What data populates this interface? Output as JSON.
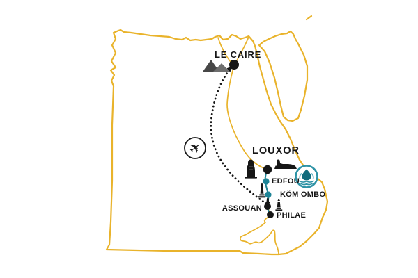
{
  "colors": {
    "background": "#FFFFFF",
    "map_outline": "#E9B32B",
    "route_teal": "#1E8496",
    "badge_teal": "#2E93A6",
    "badge_teal_dark": "#0F6B7C",
    "ink": "#161616",
    "pyramid_dark": "#474747",
    "pyramid_light": "#6E6E6E"
  },
  "glyphs": {
    "airplane": "✈"
  },
  "map": {
    "cities": [
      {
        "id": "le-caire",
        "label": "LE CAIRE",
        "marker_color": "black"
      },
      {
        "id": "louxor",
        "label": "LOUXOR",
        "marker_color": "black"
      },
      {
        "id": "edfou",
        "label": "EDFOU",
        "marker_color": "teal"
      },
      {
        "id": "kom-ombo",
        "label": "KÔM OMBO",
        "marker_color": "teal"
      },
      {
        "id": "assouan",
        "label": "ASSOUAN",
        "marker_color": "black"
      },
      {
        "id": "philae",
        "label": "PHILAE",
        "marker_color": "black"
      }
    ],
    "routes": [
      {
        "name": "flight",
        "style": "dotted-black",
        "from": "ASSOUAN",
        "to": "LE CAIRE"
      },
      {
        "name": "nile-cruise",
        "style": "solid-teal",
        "from": "LOUXOR",
        "to": "PHILAE"
      }
    ],
    "icons": [
      "pyramids-icon",
      "airplane-icon",
      "colossus-statue-icon",
      "sphinx-icon",
      "obelisk-icon",
      "small-obelisk-icon",
      "obelisk-icon-2",
      "lotus-badge-icon"
    ]
  }
}
